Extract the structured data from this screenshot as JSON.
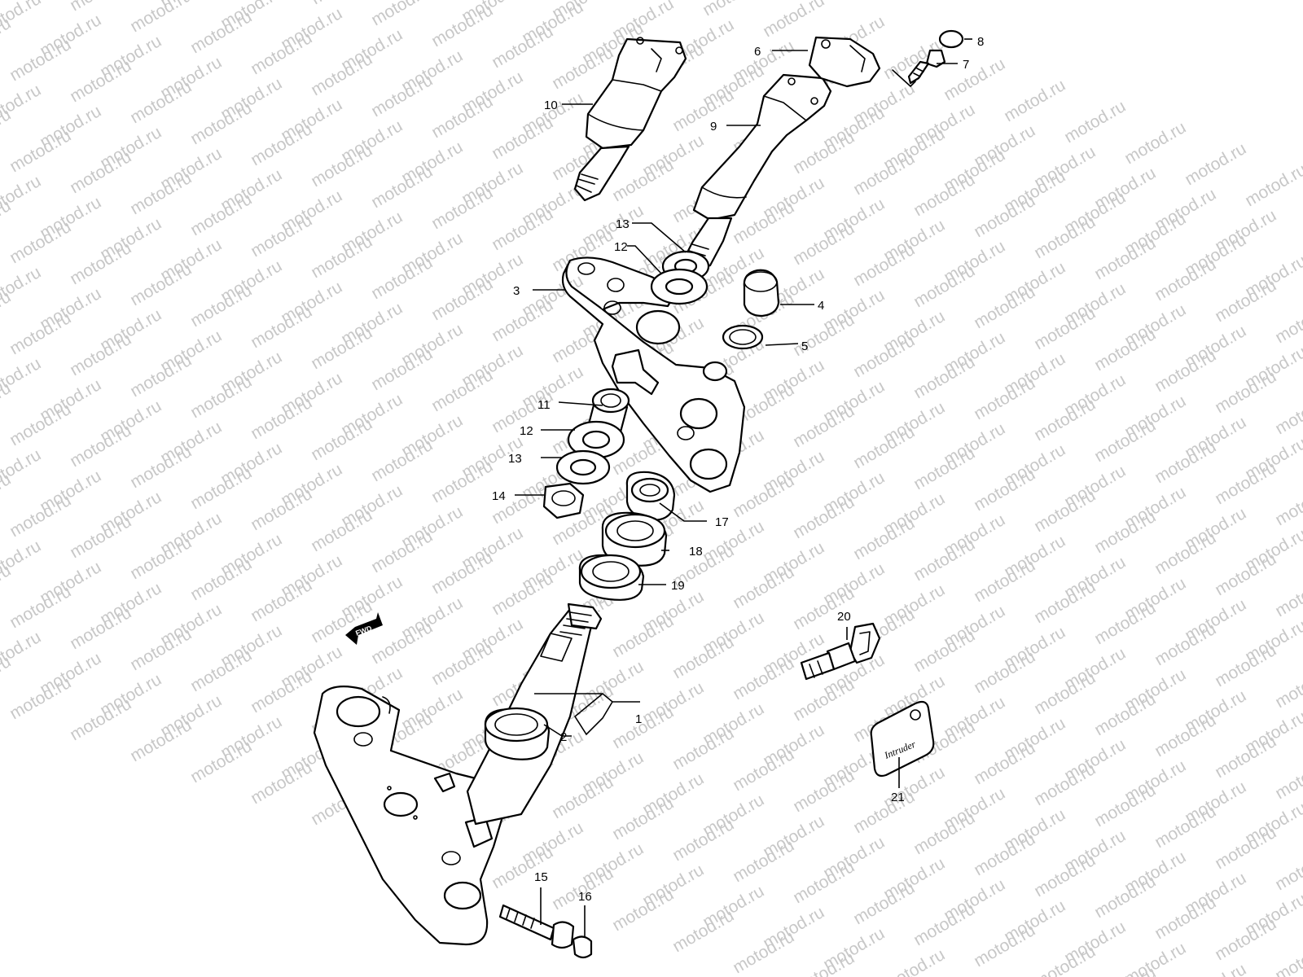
{
  "watermark": {
    "text": "motod.ru"
  },
  "fwd_arrow": {
    "label": "FWD"
  },
  "callouts": [
    {
      "id": "c1",
      "label": "1"
    },
    {
      "id": "c2",
      "label": "2"
    },
    {
      "id": "c3",
      "label": "3"
    },
    {
      "id": "c4",
      "label": "4"
    },
    {
      "id": "c5",
      "label": "5"
    },
    {
      "id": "c6",
      "label": "6"
    },
    {
      "id": "c7",
      "label": "7"
    },
    {
      "id": "c8",
      "label": "8"
    },
    {
      "id": "c9",
      "label": "9"
    },
    {
      "id": "c10",
      "label": "10"
    },
    {
      "id": "c11",
      "label": "11"
    },
    {
      "id": "c12a",
      "label": "12"
    },
    {
      "id": "c12b",
      "label": "12"
    },
    {
      "id": "c13a",
      "label": "13"
    },
    {
      "id": "c13b",
      "label": "13"
    },
    {
      "id": "c14",
      "label": "14"
    },
    {
      "id": "c15",
      "label": "15"
    },
    {
      "id": "c16",
      "label": "16"
    },
    {
      "id": "c17",
      "label": "17"
    },
    {
      "id": "c18",
      "label": "18"
    },
    {
      "id": "c19",
      "label": "19"
    },
    {
      "id": "c20",
      "label": "20"
    },
    {
      "id": "c21",
      "label": "21"
    }
  ],
  "emblem": {
    "script_text": "Intruder"
  }
}
